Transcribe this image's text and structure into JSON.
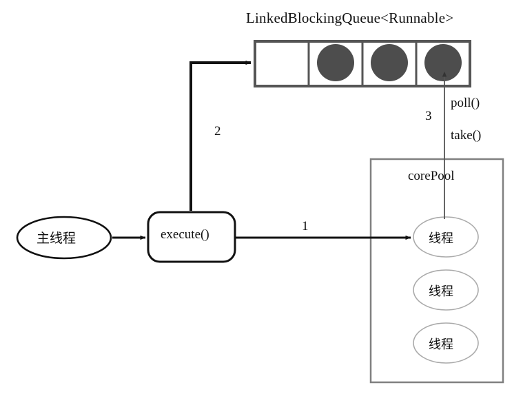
{
  "diagram": {
    "title": "LinkedBlockingQueue<Runnable>",
    "queue": {
      "name": "LinkedBlockingQueue<Runnable>",
      "cell_count": 4,
      "cells": [
        {
          "index": 0,
          "filled": false,
          "task": ""
        },
        {
          "index": 1,
          "filled": true,
          "task": "runnable-task"
        },
        {
          "index": 2,
          "filled": true,
          "task": "runnable-task"
        },
        {
          "index": 3,
          "filled": true,
          "task": "runnable-task"
        }
      ],
      "border_color": "#555555",
      "task_color": "#4d4d4d"
    },
    "main_thread": {
      "label": "主线程",
      "shape": "ellipse"
    },
    "execute_box": {
      "label": "execute()",
      "shape": "rounded-rect"
    },
    "core_pool": {
      "label": "corePool",
      "border_color": "#808080",
      "threads": [
        {
          "label": "线程"
        },
        {
          "label": "线程"
        },
        {
          "label": "线程"
        }
      ]
    },
    "edges": [
      {
        "id": "main-to-execute",
        "label": "",
        "from": "主线程",
        "to": "execute()"
      },
      {
        "id": "execute-to-thread",
        "label": "1",
        "from": "execute()",
        "to": "线程"
      },
      {
        "id": "execute-to-queue",
        "label": "2",
        "from": "execute()",
        "to": "LinkedBlockingQueue<Runnable>"
      },
      {
        "id": "thread-to-queue",
        "label": "3",
        "from": "线程",
        "to": "LinkedBlockingQueue<Runnable>"
      }
    ],
    "annotations": [
      {
        "id": "poll",
        "text": "poll()"
      },
      {
        "id": "take",
        "text": "take()"
      }
    ]
  }
}
